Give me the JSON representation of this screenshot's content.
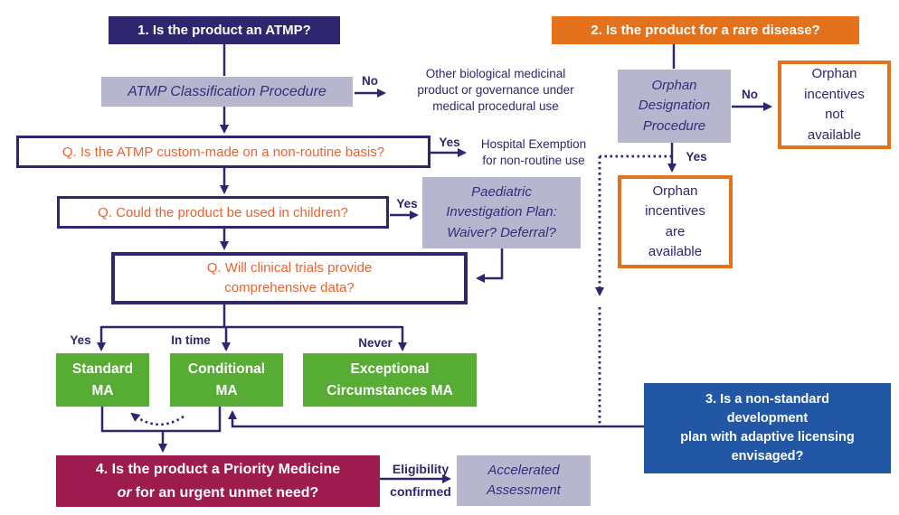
{
  "colors": {
    "navy": "#2E2770",
    "orange": "#E4711C",
    "orange_text": "#E86430",
    "green": "#57AC33",
    "maroon": "#9E1B4E",
    "blue": "#2157A5",
    "lavender": "#B6B6CE",
    "white": "#FFFFFF"
  },
  "box1": {
    "text": "1. Is the product an ATMP?"
  },
  "box2": {
    "text": "2. Is the product for a rare disease?"
  },
  "box3": {
    "lines": [
      "3. Is a non-standard",
      "development",
      "plan with adaptive licensing",
      "envisaged?"
    ]
  },
  "box4": {
    "line1": "4. Is the product a Priority Medicine",
    "or_word": "or",
    "line2_rest": "for an urgent unmet need?"
  },
  "atmp_class": {
    "text": "ATMP Classification Procedure"
  },
  "other_biological": {
    "lines": [
      "Other biological medicinal",
      "product or governance under",
      "medical procedural use"
    ]
  },
  "q_custom": {
    "text": "Q. Is the ATMP custom-made on a non-routine basis?"
  },
  "hospital": {
    "lines": [
      "Hospital Exemption",
      "for non-routine use"
    ]
  },
  "q_children": {
    "text": "Q. Could the product be used in children?"
  },
  "paediatric": {
    "lines": [
      "Paediatric",
      "Investigation Plan:",
      "Waiver? Deferral?"
    ]
  },
  "q_trials": {
    "lines": [
      "Q. Will clinical trials provide",
      "comprehensive data?"
    ]
  },
  "standard_ma": {
    "lines": [
      "Standard",
      "MA"
    ]
  },
  "conditional_ma": {
    "lines": [
      "Conditional",
      "MA"
    ]
  },
  "exceptional_ma": {
    "lines": [
      "Exceptional",
      "Circumstances MA"
    ]
  },
  "orphan_proc": {
    "lines": [
      "Orphan",
      "Designation",
      "Procedure"
    ]
  },
  "orphan_not": {
    "lines": [
      "Orphan",
      "incentives",
      "not",
      "available"
    ]
  },
  "orphan_are": {
    "lines": [
      "Orphan",
      "incentives",
      "are",
      "available"
    ]
  },
  "accelerated": {
    "lines": [
      "Accelerated",
      "Assessment"
    ]
  },
  "labels": {
    "no1": "No",
    "yes1": "Yes",
    "yes2": "Yes",
    "branch_yes": "Yes",
    "in_time": "In time",
    "never": "Never",
    "no2": "No",
    "yes3": "Yes",
    "eligibility": "Eligibility",
    "confirmed": "confirmed"
  }
}
